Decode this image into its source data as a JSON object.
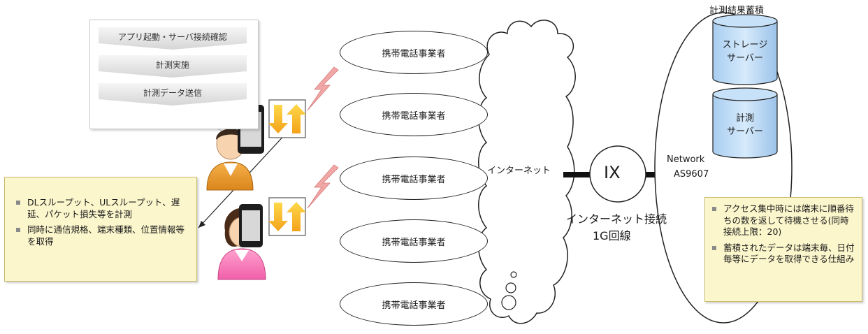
{
  "process_steps": [
    "アプリ起動・サーバ接続確認",
    "計測実施",
    "計測データ送信"
  ],
  "left_note": {
    "items": [
      "DLスループット、ULスループット、遅延、パケット損失等を計測",
      "同時に通信規格、端末種類、位置情報等を取得"
    ]
  },
  "carriers": [
    "携帯電話事業者",
    "携帯電話事業者",
    "携帯電話事業者",
    "携帯電話事業者",
    "携帯電話事業者"
  ],
  "internet_label": "インターネット",
  "ix_label": "IX",
  "connection_label": "インターネット接続",
  "bandwidth_label": "1G回線",
  "network_label": "Network",
  "as_label": "AS9607",
  "storage_header": "計測結果蓄積",
  "storage_server": [
    "ストレージ",
    "サーバー"
  ],
  "measurement_server": [
    "計測",
    "サーバー"
  ],
  "right_note": {
    "items": [
      "アクセス集中時には端末に順番待ちの数を返して待機させる(同時接続上限：20)",
      "蓄積されたデータは端末毎、日付毎等にデータを取得できる仕組み"
    ]
  },
  "icons": {
    "person_male": "person-male-icon",
    "person_female": "person-female-icon",
    "smartphone": "smartphone-icon",
    "updown_arrows": "updown-arrows-icon",
    "lightning": "lightning-icon"
  },
  "colors": {
    "arrow_orange": "#f3a21a",
    "arrow_yellow": "#ffd84a",
    "note_fill": "#fbf6cc",
    "lightning": "#f2a7a7"
  }
}
